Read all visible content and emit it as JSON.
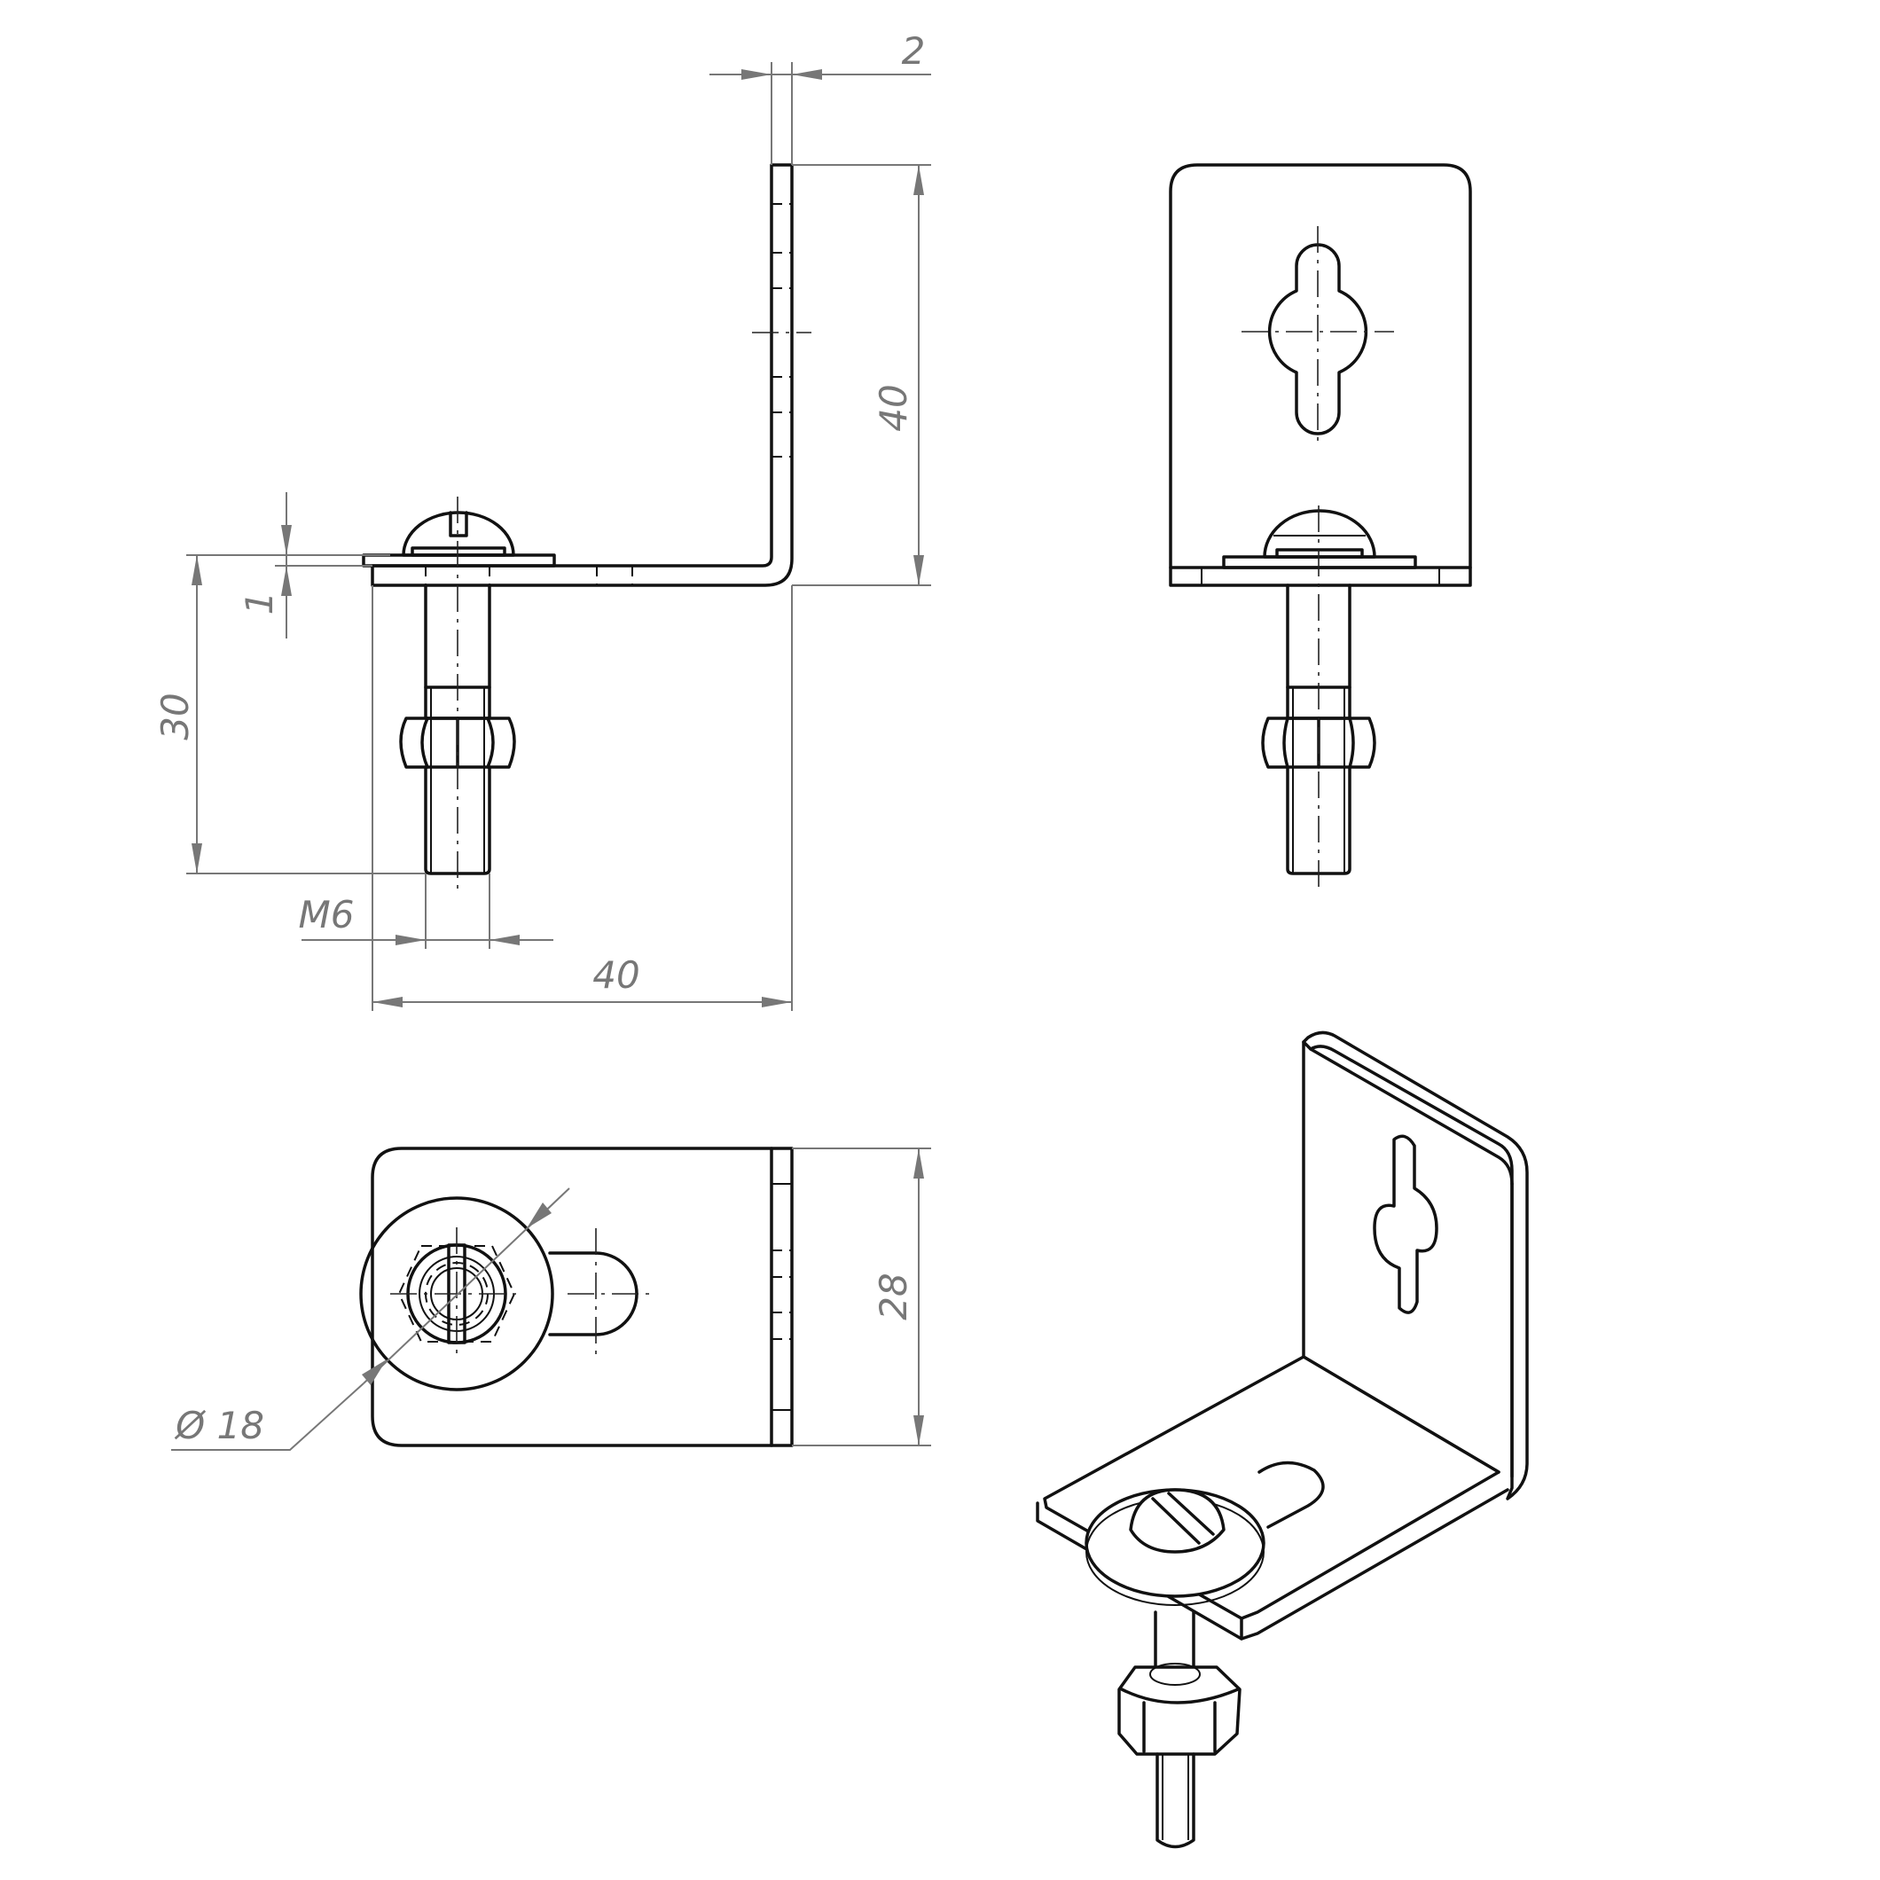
{
  "drawing": {
    "dimensions": {
      "thickness": "2",
      "height": "40",
      "washer_thickness": "1",
      "bolt_length": "30",
      "thread": "M6",
      "length": "40",
      "width": "28",
      "washer_diameter": "Ø 18"
    }
  }
}
